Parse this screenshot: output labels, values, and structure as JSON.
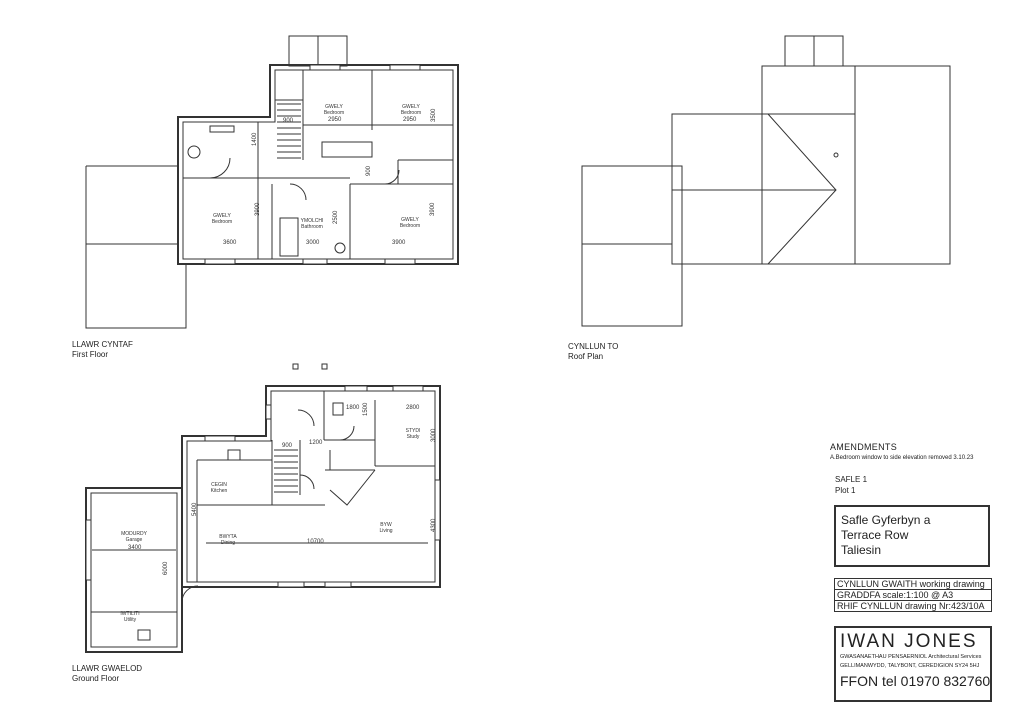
{
  "views": {
    "first_floor": {
      "title_cy": "LLAWR CYNTAF",
      "title_en": "First Floor"
    },
    "roof_plan": {
      "title_cy": "CYNLLUN TO",
      "title_en": "Roof Plan"
    },
    "ground_floor": {
      "title_cy": "LLAWR GWAELOD",
      "title_en": "Ground Floor"
    }
  },
  "first_floor_rooms": {
    "bed_top_center": {
      "cy": "GWELY",
      "en": "Bedroom"
    },
    "bed_top_right": {
      "cy": "GWELY",
      "en": "Bedroom"
    },
    "bed_left": {
      "cy": "GWELY",
      "en": "Bedroom"
    },
    "bathroom": {
      "cy": "YMOLCHI",
      "en": "Bathroom"
    },
    "bed_right": {
      "cy": "GWELY",
      "en": "Bedroom"
    }
  },
  "first_floor_dims": {
    "d900_stair": "900",
    "d2950_a": "2950",
    "d2950_b": "2950",
    "d3500": "3500",
    "d1400": "1400",
    "d900_landing": "900",
    "d3900_left": "3900",
    "d2500": "2500",
    "d3900_right": "3900",
    "d3600": "3600",
    "d3000": "3000",
    "d3900_bottom": "3900"
  },
  "ground_floor_rooms": {
    "study": {
      "cy": "STYDI",
      "en": "Study"
    },
    "kitchen": {
      "cy": "CEGIN",
      "en": "Kitchen"
    },
    "garage": {
      "cy": "MODURDY",
      "en": "Garage"
    },
    "dining": {
      "cy": "BWYTA",
      "en": "Dining"
    },
    "living": {
      "cy": "BYW",
      "en": "Living"
    },
    "utility": {
      "cy": "IWTILITI",
      "en": "Utility"
    }
  },
  "ground_floor_dims": {
    "d1800": "1800",
    "d1500": "1500",
    "d2800": "2800",
    "d3000": "3000",
    "d900": "900",
    "d1200": "1200",
    "d3400": "3400",
    "d5400": "5400",
    "d10700": "10700",
    "d4300": "4300",
    "d6000": "6000"
  },
  "amendments": {
    "heading": "AMENDMENTS",
    "item_a": "A.Bedroom window to side elevation removed 3.10.23"
  },
  "plot": {
    "cy": "SAFLE 1",
    "en": "Plot 1"
  },
  "site": {
    "line1": "Safle Gyferbyn a",
    "line2": "Terrace Row",
    "line3": "Taliesin"
  },
  "drawing": {
    "type": "CYNLLUN GWAITH working drawing",
    "scale": "GRADDFA scale:1:100 @ A3",
    "number": "RHIF CYNLLUN drawing Nr:423/10A"
  },
  "firm": {
    "name": "IWAN JONES",
    "services": "GWASANAETHAU PENSAERNIOL Architectural Services",
    "address": "GELLIMANWYDD, TALYBONT, CEREDIGION SY24 5HJ",
    "phone": "FFON tel 01970 832760"
  }
}
